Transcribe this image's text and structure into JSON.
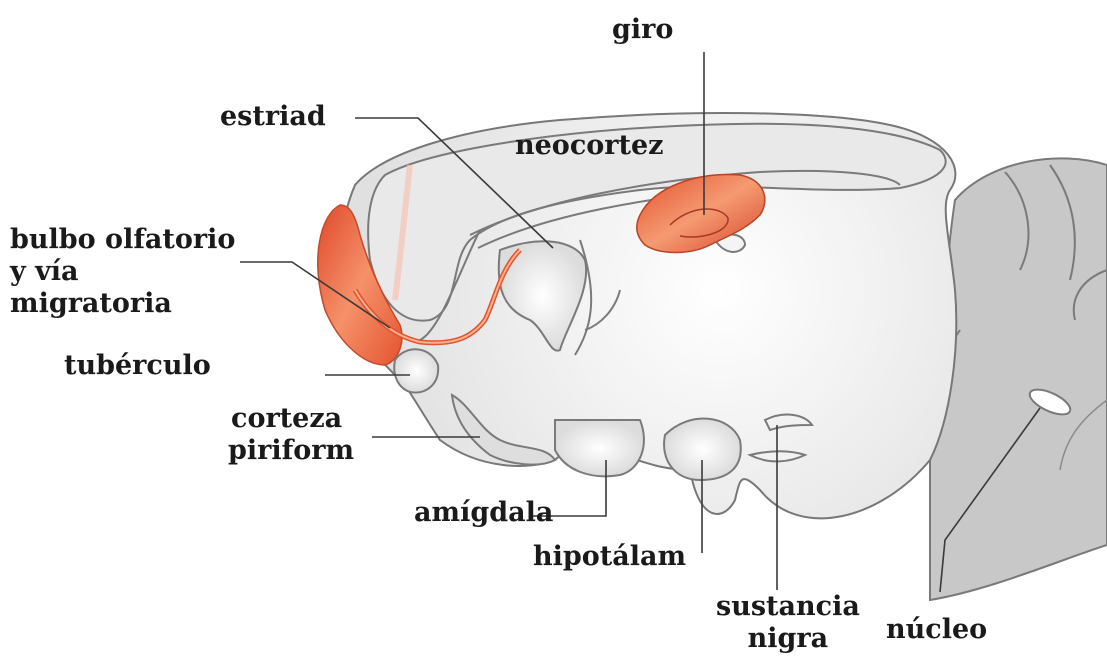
{
  "labels": {
    "giro": "giro",
    "estriad": "estriad",
    "neocortez": "neocortez",
    "bulbo_line1": "bulbo olfatorio",
    "bulbo_line2": "y vía",
    "bulbo_line3": "migratoria",
    "tuberculo": "tubérculo",
    "corteza_line1": "corteza",
    "corteza_line2": "piriform",
    "amigdala": "amígdala",
    "hipotalam": "hipotálam",
    "sustancia_line1": "sustancia",
    "sustancia_line2": "nigra",
    "nucleo": "núcleo"
  },
  "colors": {
    "brain_fill": "#e6e6e6",
    "brain_outline": "#777777",
    "cerebellum_fill": "#c9c9c9",
    "neurogenic_orange": "#f07a4a",
    "neurogenic_red": "#d9502c",
    "leader_line": "#3a3a3a"
  }
}
